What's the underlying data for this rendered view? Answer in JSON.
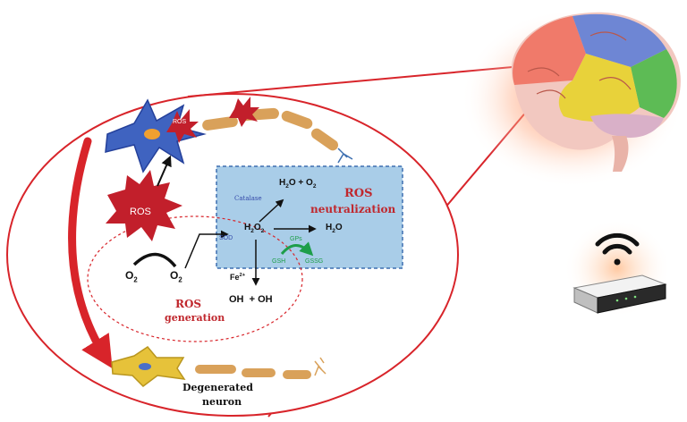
{
  "labels": {
    "ros_center": "ROS",
    "ros_neuron": "ROS",
    "catalase": "Catalase",
    "h2o_o2": "H2O + O2",
    "ros_neutralization_1": "ROS",
    "ros_neutralization_2": "neutralization",
    "sod": "SOD",
    "h2o2": "H2O2",
    "h2o": "H2O",
    "gps": "GPs",
    "gsh": "GSH",
    "gssg": "GSSG",
    "o2_left": "O2",
    "o2_right": "O2",
    "fe2": "Fe2+",
    "oh_oh": "OH  + OH",
    "ros_generation_1": "ROS",
    "ros_generation_2": "generation",
    "degenerated_1": "Degenerated",
    "degenerated_2": "neuron"
  },
  "colors": {
    "outline_red": "#d8242a",
    "burst_red": "#c21f2b",
    "box_fill": "#a9cde8",
    "box_border": "#3d6fb0",
    "label_red": "#c0272d",
    "enzyme_blue": "#3348a8",
    "gps_green": "#1e9e4a",
    "neuron_blue": "#3f63c0",
    "neuron_yellow": "#e6c23a",
    "axon_tan": "#d9a15a"
  }
}
